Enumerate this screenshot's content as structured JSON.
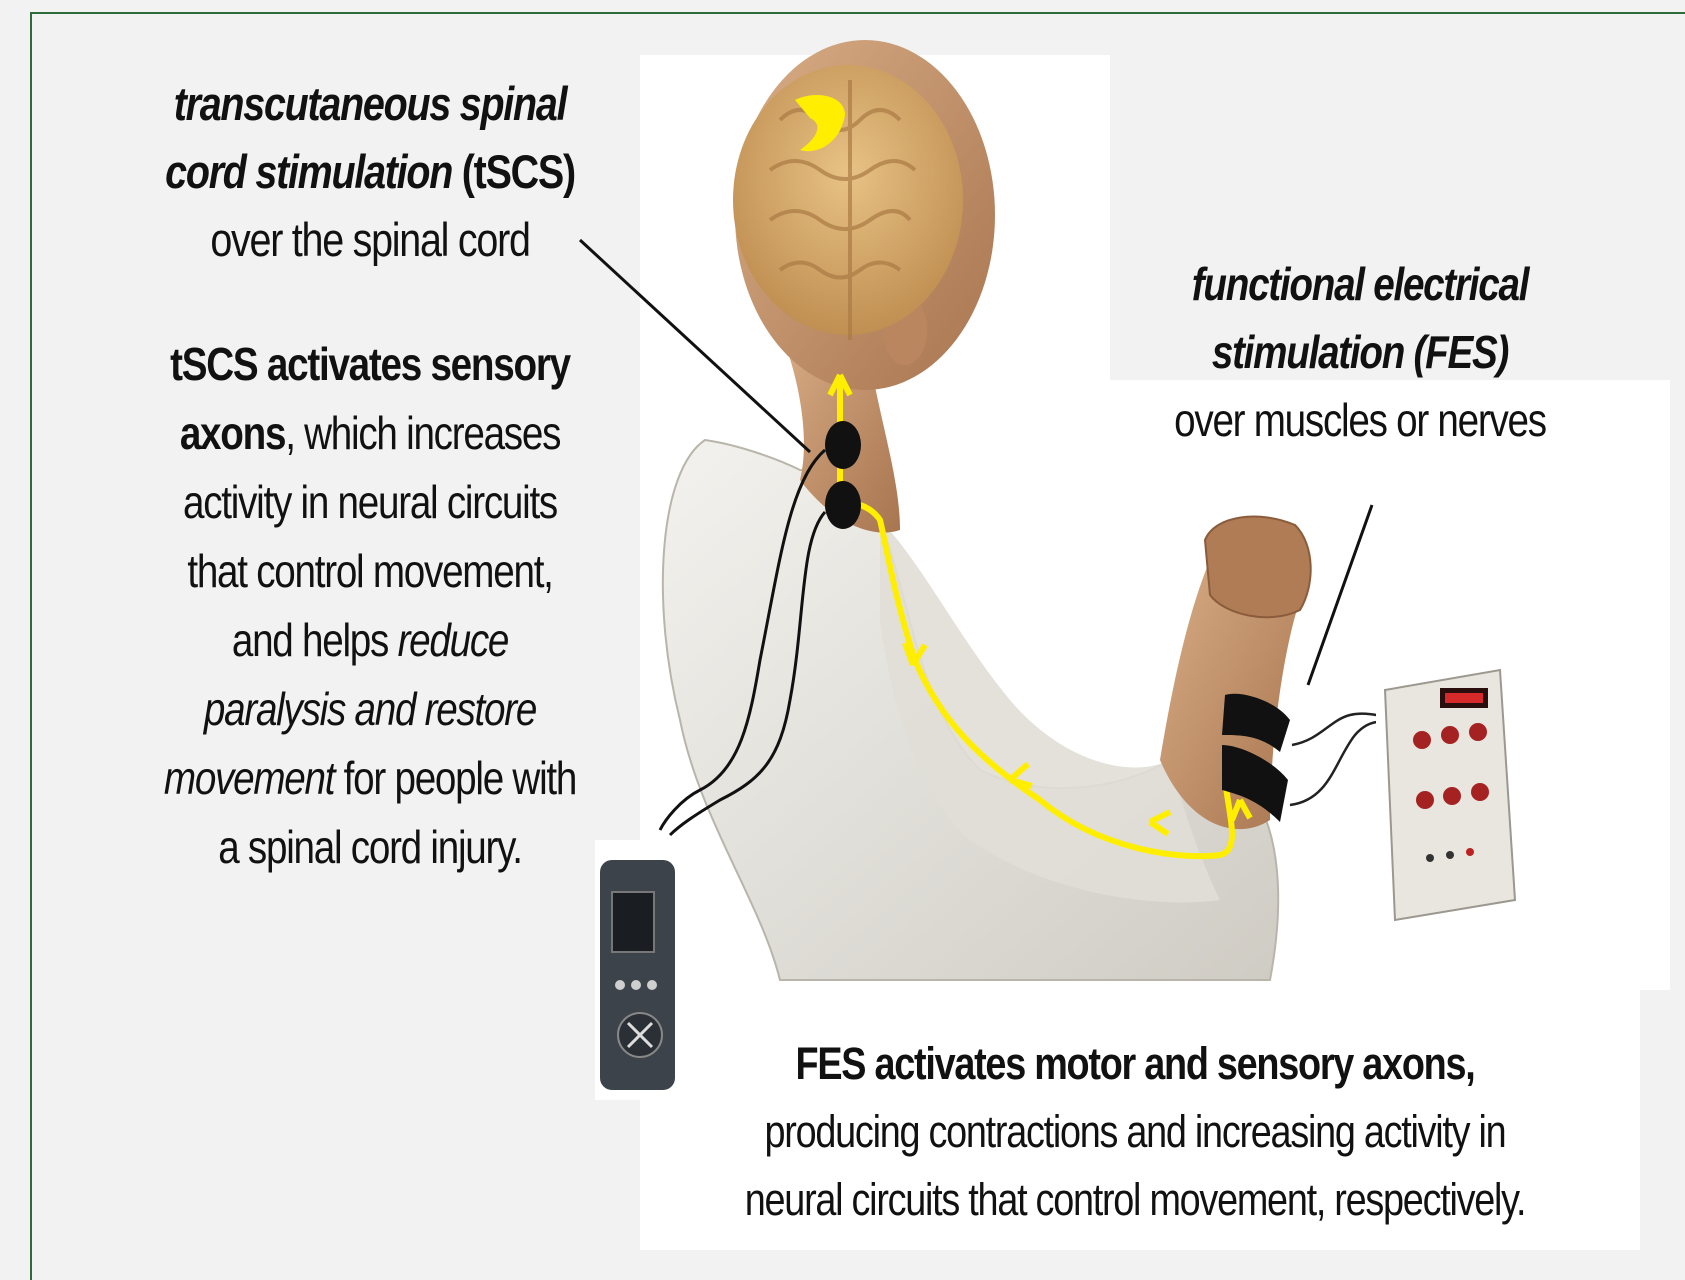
{
  "tscs": {
    "title_line1": "transcutaneous spinal",
    "title_line2_italic": "cord stimulation",
    "title_line2_abbr": "(tSCS)",
    "title_line3": "over the spinal cord"
  },
  "tscs_effect": {
    "bold1": "tSCS activates sensory",
    "bold2": "axons",
    "rest2": ", which increases",
    "line3": "activity in neural circuits",
    "line4": "that control movement,",
    "line5_plain": "and helps ",
    "line5_italic": "reduce",
    "line6_italic": "paralysis and restore",
    "line7_italic": "movement",
    "line7_plain": " for people with",
    "line8": "a spinal cord injury."
  },
  "fes": {
    "title_line1": "functional electrical",
    "title_line2": "stimulation (FES)",
    "title_line3": "over muscles or nerves"
  },
  "fes_effect": {
    "bold": "FES activates motor and sensory axons,",
    "line2": "producing contractions and increasing activity in",
    "line3": "neural circuits that control movement, respectively."
  },
  "colors": {
    "frame": "#2e6b3a",
    "background": "#f2f2f2",
    "pathway": "#ffee00",
    "skin": "#c99a72",
    "shirt": "#e8e6e1",
    "brain": "#d9b070"
  }
}
